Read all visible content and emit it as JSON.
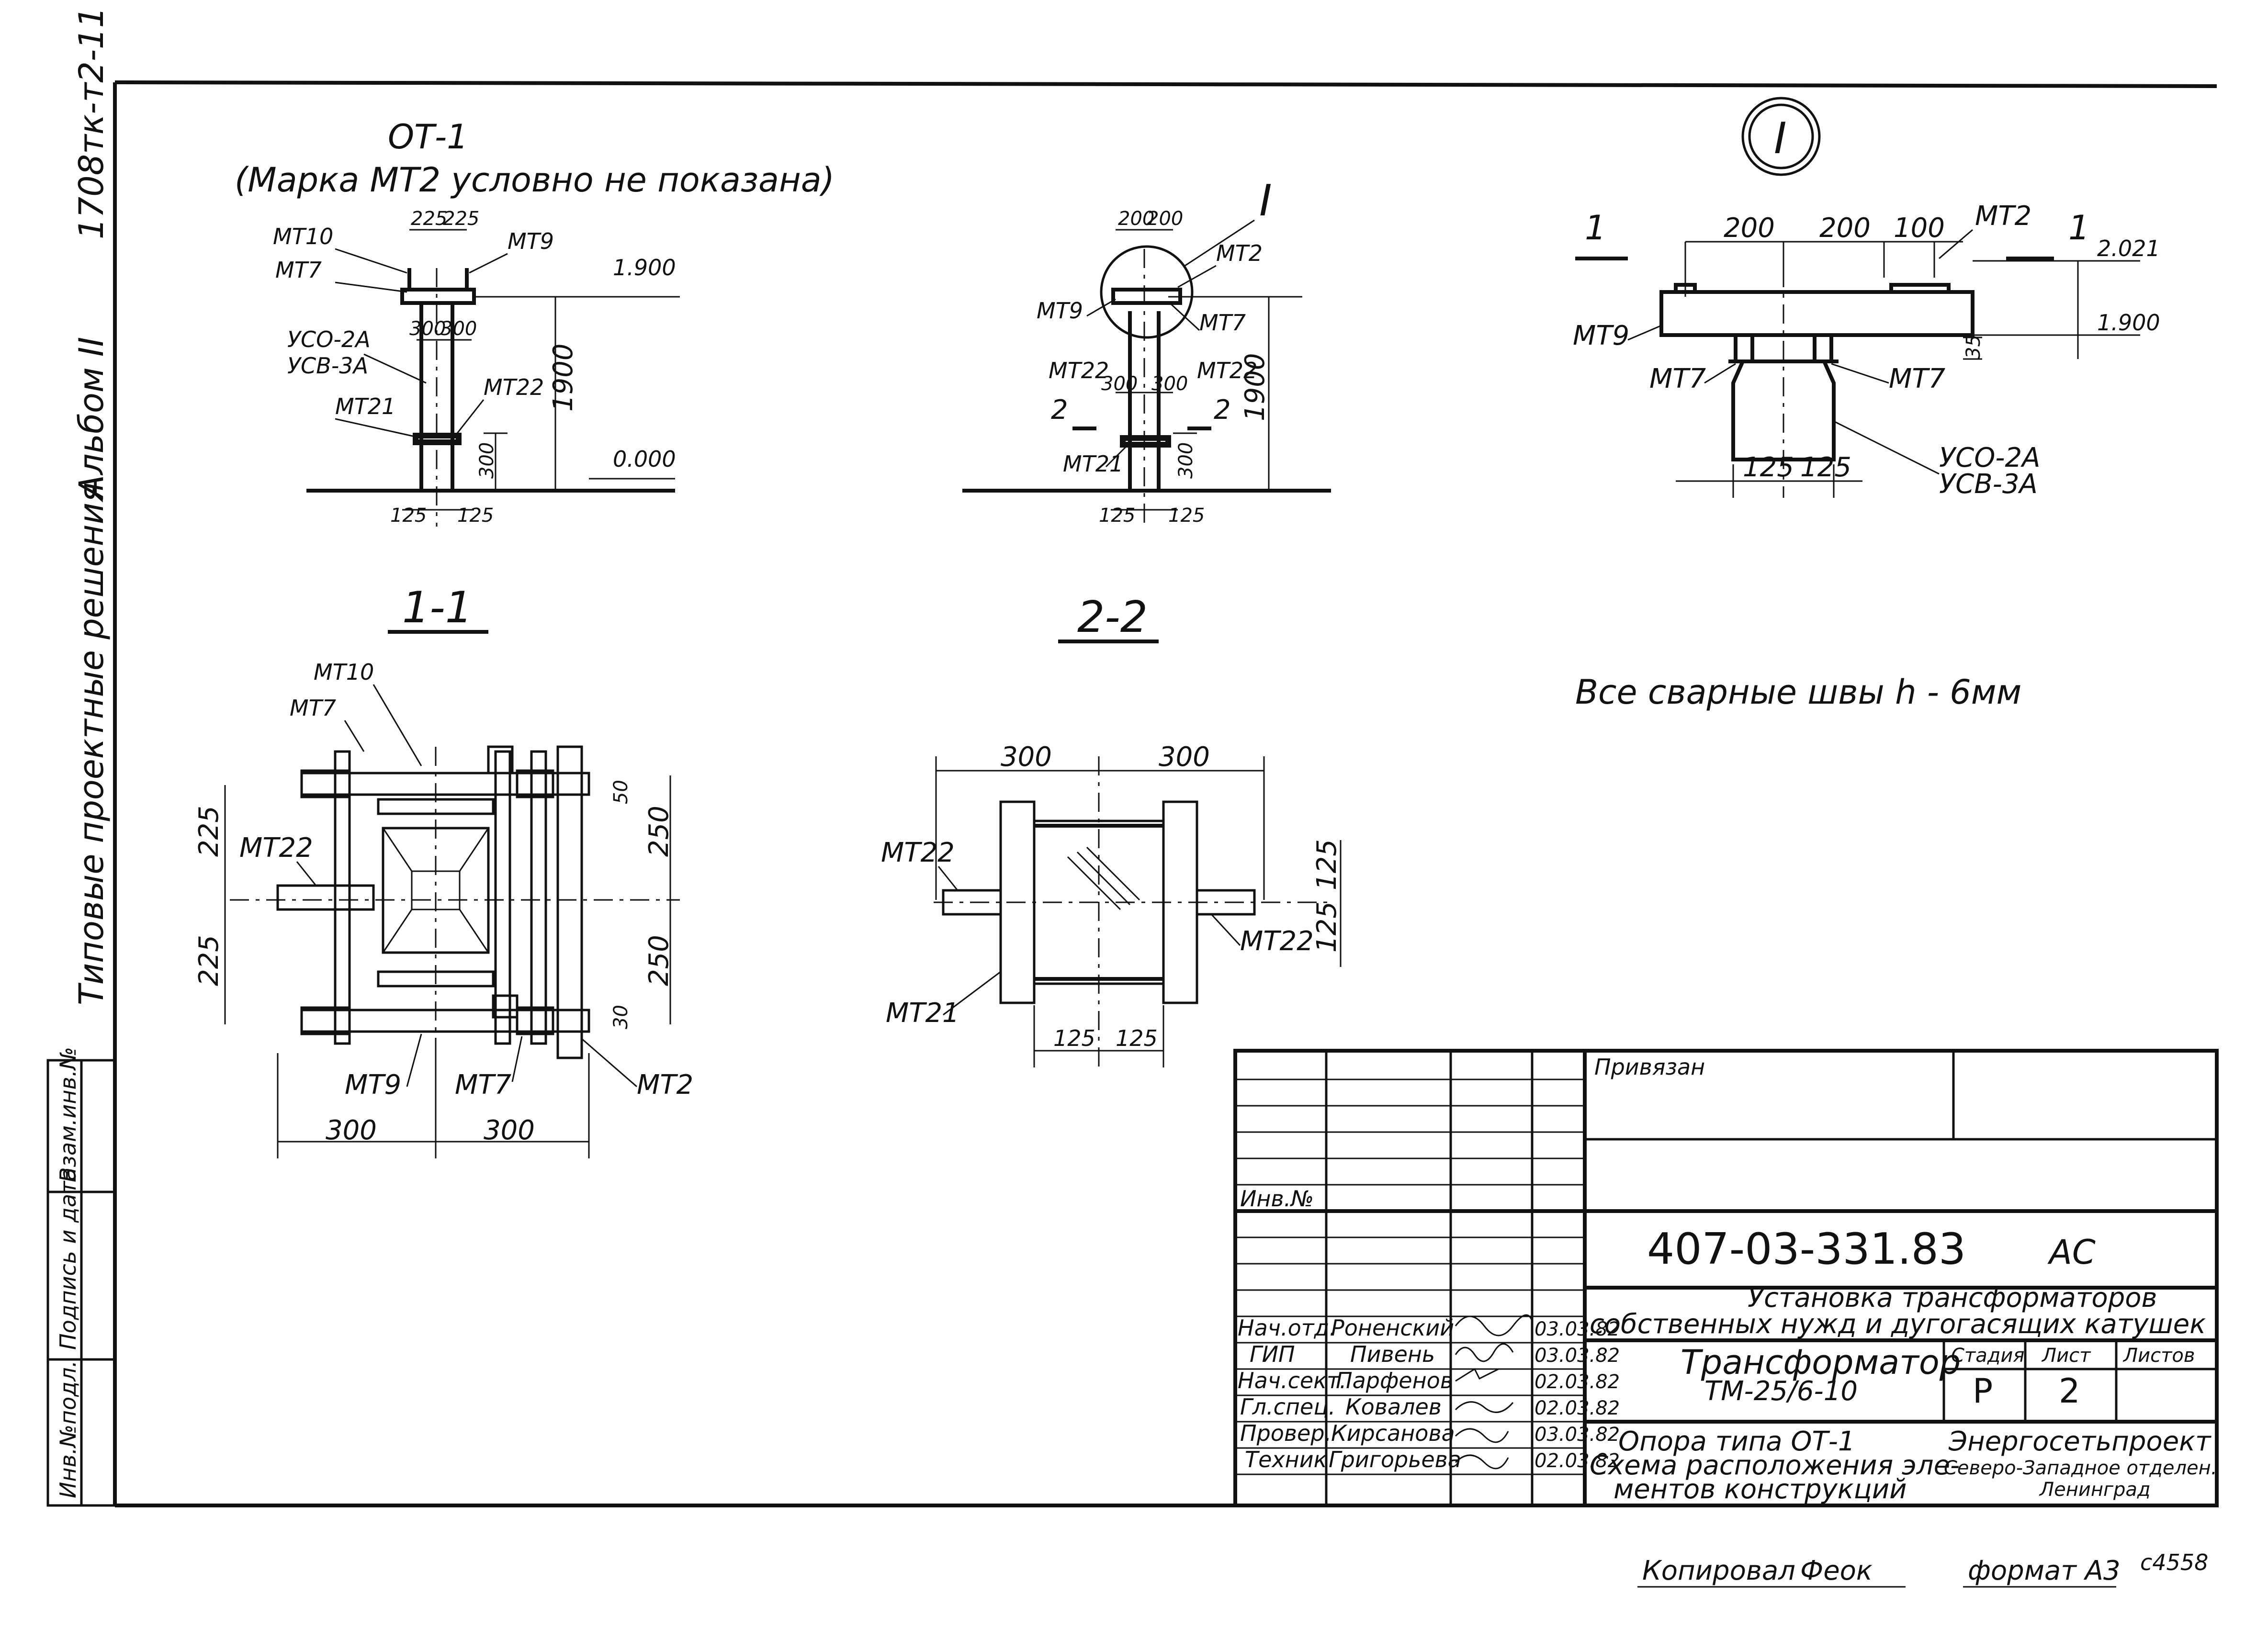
{
  "side_stamp": {
    "code": "1708тк-т2-11",
    "album": "Альбом II",
    "series": "Типовые проектные решения"
  },
  "left_boxes": [
    "Инв.№подл.",
    "Подпись и дата",
    "Взам.инв.№"
  ],
  "view_ot1": {
    "title": "ОТ-1",
    "subtitle": "(Марка МТ2 условно не показана)",
    "labels": [
      "МТ10",
      "МТ7",
      "МТ9",
      "УСО-2А",
      "УСВ-3А",
      "МТ21",
      "МТ22"
    ],
    "dims": [
      "225",
      "225",
      "300",
      "300",
      "1900",
      "300",
      "125",
      "125"
    ],
    "levels": [
      "1.900",
      "0.000"
    ]
  },
  "view_mid": {
    "callout": "I",
    "labels": [
      "МТ2",
      "МТ9",
      "МТ7",
      "МТ22",
      "МТ22",
      "МТ21"
    ],
    "dims": [
      "200",
      "200",
      "300",
      "300",
      "1900",
      "300",
      "125",
      "125"
    ],
    "section_marks": [
      "2",
      "2"
    ]
  },
  "detail_I": {
    "callout": "I",
    "section_marks": [
      "1",
      "1"
    ],
    "labels": [
      "МТ2",
      "МТ9",
      "МТ7",
      "МТ7",
      "УСО-2А",
      "УСВ-3А"
    ],
    "dims": [
      "200",
      "200",
      "100",
      "35",
      "125",
      "125"
    ],
    "levels": [
      "2.021",
      "1.900"
    ]
  },
  "section_1_1": {
    "title": "1-1",
    "labels": [
      "МТ10",
      "МТ7",
      "МТ22",
      "МТ9",
      "МТ7",
      "МТ2"
    ],
    "dims": [
      "225",
      "225",
      "250",
      "250",
      "50",
      "30",
      "300",
      "300"
    ]
  },
  "section_2_2": {
    "title": "2-2",
    "labels": [
      "МТ22",
      "МТ22",
      "МТ21"
    ],
    "dims": [
      "300",
      "300",
      "125",
      "125",
      "125",
      "125"
    ]
  },
  "note": "Все сварные швы h - 6мм",
  "title_block": {
    "attached": "Привязан",
    "inv_no": "Инв.№",
    "doc_code": "407-03-331.83",
    "doc_suffix": "АС",
    "project_title_1": "Установка трансформаторов",
    "project_title_2": "собственных нужд и дугогасящих катушек",
    "object_1": "Трансформатор",
    "object_2": "ТМ-25/6-10",
    "sheet_title_1": "Опора типа ОТ-1",
    "sheet_title_2": "Схема расположения эле-",
    "sheet_title_3": "ментов конструкций",
    "stage_header": "Стадия",
    "sheet_header": "Лист",
    "sheets_header": "Листов",
    "stage": "Р",
    "sheet": "2",
    "org_1": "Энергосетьпроект",
    "org_2": "Северо-Западное отделен.",
    "org_3": "Ленинград",
    "signatories": [
      {
        "role": "Нач.отд.",
        "name": "Роненский",
        "date": "03.03.82"
      },
      {
        "role": "ГИП",
        "name": "Пивень",
        "date": "03.03.82"
      },
      {
        "role": "Нач.сект.",
        "name": "Парфенов",
        "date": "02.03.82"
      },
      {
        "role": "Гл.спец.",
        "name": "Ковалев",
        "date": "02.03.82"
      },
      {
        "role": "Провер.",
        "name": "Кирсанова",
        "date": "03.03.82"
      },
      {
        "role": "Техник",
        "name": "Григорьева",
        "date": "02.03.82"
      }
    ]
  },
  "footer": {
    "copied_label": "Копировал",
    "copied_by": "Феок",
    "format": "формат А3",
    "stamp": "с4558"
  }
}
